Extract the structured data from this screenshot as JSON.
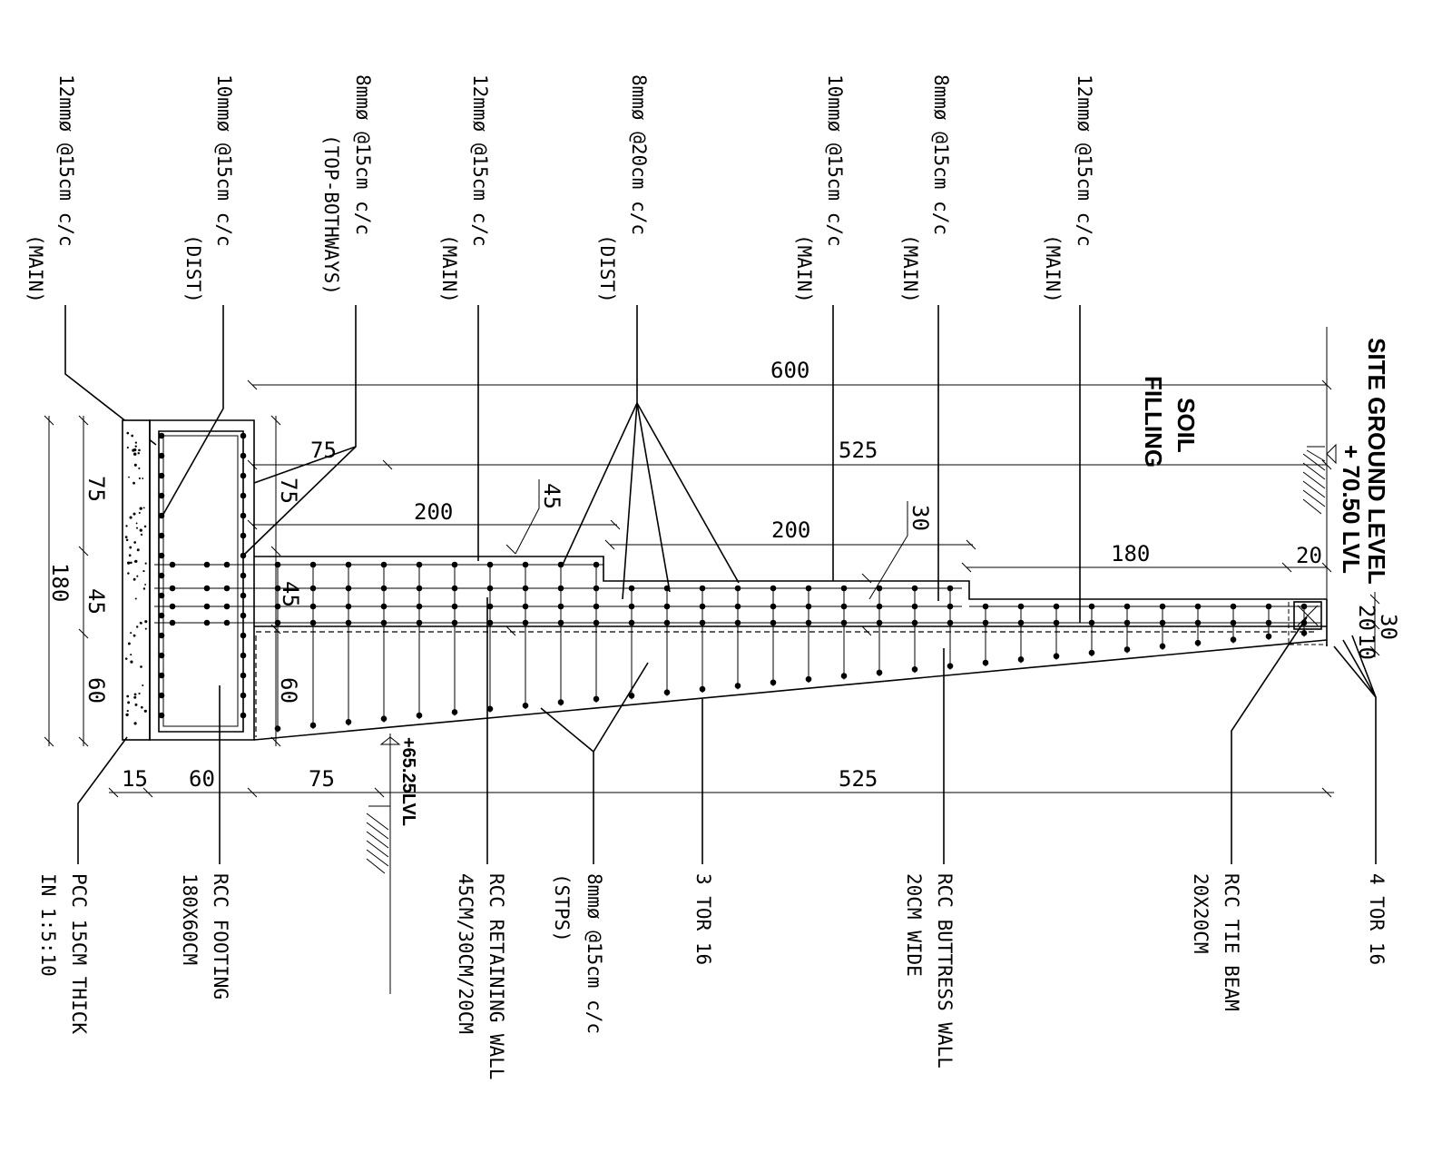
{
  "top_labels": [
    {
      "line1": "12mmø @15cm c/c",
      "line2": "(MAIN)"
    },
    {
      "line1": "10mmø @15cm c/c",
      "line2": "(DIST)"
    },
    {
      "line1": "8mmø @15cm c/c",
      "line2": "(TOP-BOTHWAYS)"
    },
    {
      "line1": "12mmø @15cm c/c",
      "line2": "(MAIN)"
    },
    {
      "line1": "8mmø @20cm c/c",
      "line2": "(DIST)"
    },
    {
      "line1": "10mmø @15cm c/c",
      "line2": "(MAIN)"
    },
    {
      "line1": "8mmø @15cm c/c",
      "line2": "(MAIN)"
    },
    {
      "line1": "12mmø @15cm c/c",
      "line2": "(MAIN)"
    }
  ],
  "bottom_labels": [
    {
      "line1": "PCC 15CM THICK",
      "line2": "IN 1:5:10"
    },
    {
      "line1": "RCC FOOTING",
      "line2": "180X60CM"
    },
    {
      "line1": "RCC RETAINING WALL",
      "line2": "45CM/30CM/20CM"
    },
    {
      "line1": "8mmø @15cm c/c",
      "line2": "(STPS)"
    },
    {
      "line1": "3 TOR 16",
      "line2": ""
    },
    {
      "line1": "RCC BUTTRESS WALL",
      "line2": "20CM WIDE"
    },
    {
      "line1": "RCC TIE BEAM",
      "line2": "20X20CM"
    },
    {
      "line1": "4 TOR 16",
      "line2": ""
    }
  ],
  "site": {
    "ground_level_line1": "SITE GROUND LEVEL",
    "ground_level_line2": "+ 70.50 LVL",
    "soil_line1": "SOIL",
    "soil_line2": "FILLING",
    "bottom_level": "+65.25LVL"
  },
  "dimensions": {
    "d600": "600",
    "d525_top": "525",
    "d200_a": "200",
    "d200_b": "200",
    "d180_right": "180",
    "d20_right": "20",
    "d75_stem_a": "75",
    "d75_stem_b": "75",
    "d45_stem_a": "45",
    "d45_stem_b": "45",
    "d60_stem": "60",
    "d30_stem": "30",
    "d30_right": "30",
    "d20_right2": "20",
    "d10_right": "10",
    "d180_left": "180",
    "d75_left": "75",
    "d45_left": "45",
    "d60_left": "60",
    "d15_bottom": "15",
    "d60_bottom": "60",
    "d75_bottom": "75",
    "d525_bottom": "525"
  }
}
